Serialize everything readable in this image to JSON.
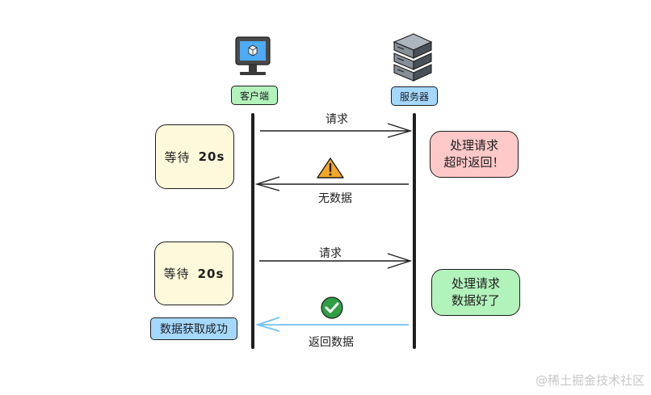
{
  "actors": {
    "client_label": "客户端",
    "server_label": "服务器"
  },
  "messages": {
    "req1": "请求",
    "resp1": "无数据",
    "req2": "请求",
    "resp2": "返回数据"
  },
  "notes": {
    "wait1_text": "等待",
    "wait1_num": "20s",
    "wait2_text": "等待",
    "wait2_num": "20s",
    "timeout_line1": "处理请求",
    "timeout_line2": "超时返回！",
    "ok_line1": "处理请求",
    "ok_line2": "数据好了",
    "success": "数据获取成功"
  },
  "icons": {
    "client": "computer-monitor-icon",
    "server": "server-rack-icon",
    "warning": "warning-triangle-icon",
    "check": "check-circle-icon"
  },
  "colors": {
    "note_yellow": "#fff9db",
    "note_red": "#ffc9c9",
    "note_green": "#b2f2bb",
    "note_blue": "#a5d8ff",
    "success_arrow": "#74c0fc",
    "warning": "#f5a623",
    "check": "#2f9e44"
  },
  "watermark": "@稀土掘金技术社区"
}
